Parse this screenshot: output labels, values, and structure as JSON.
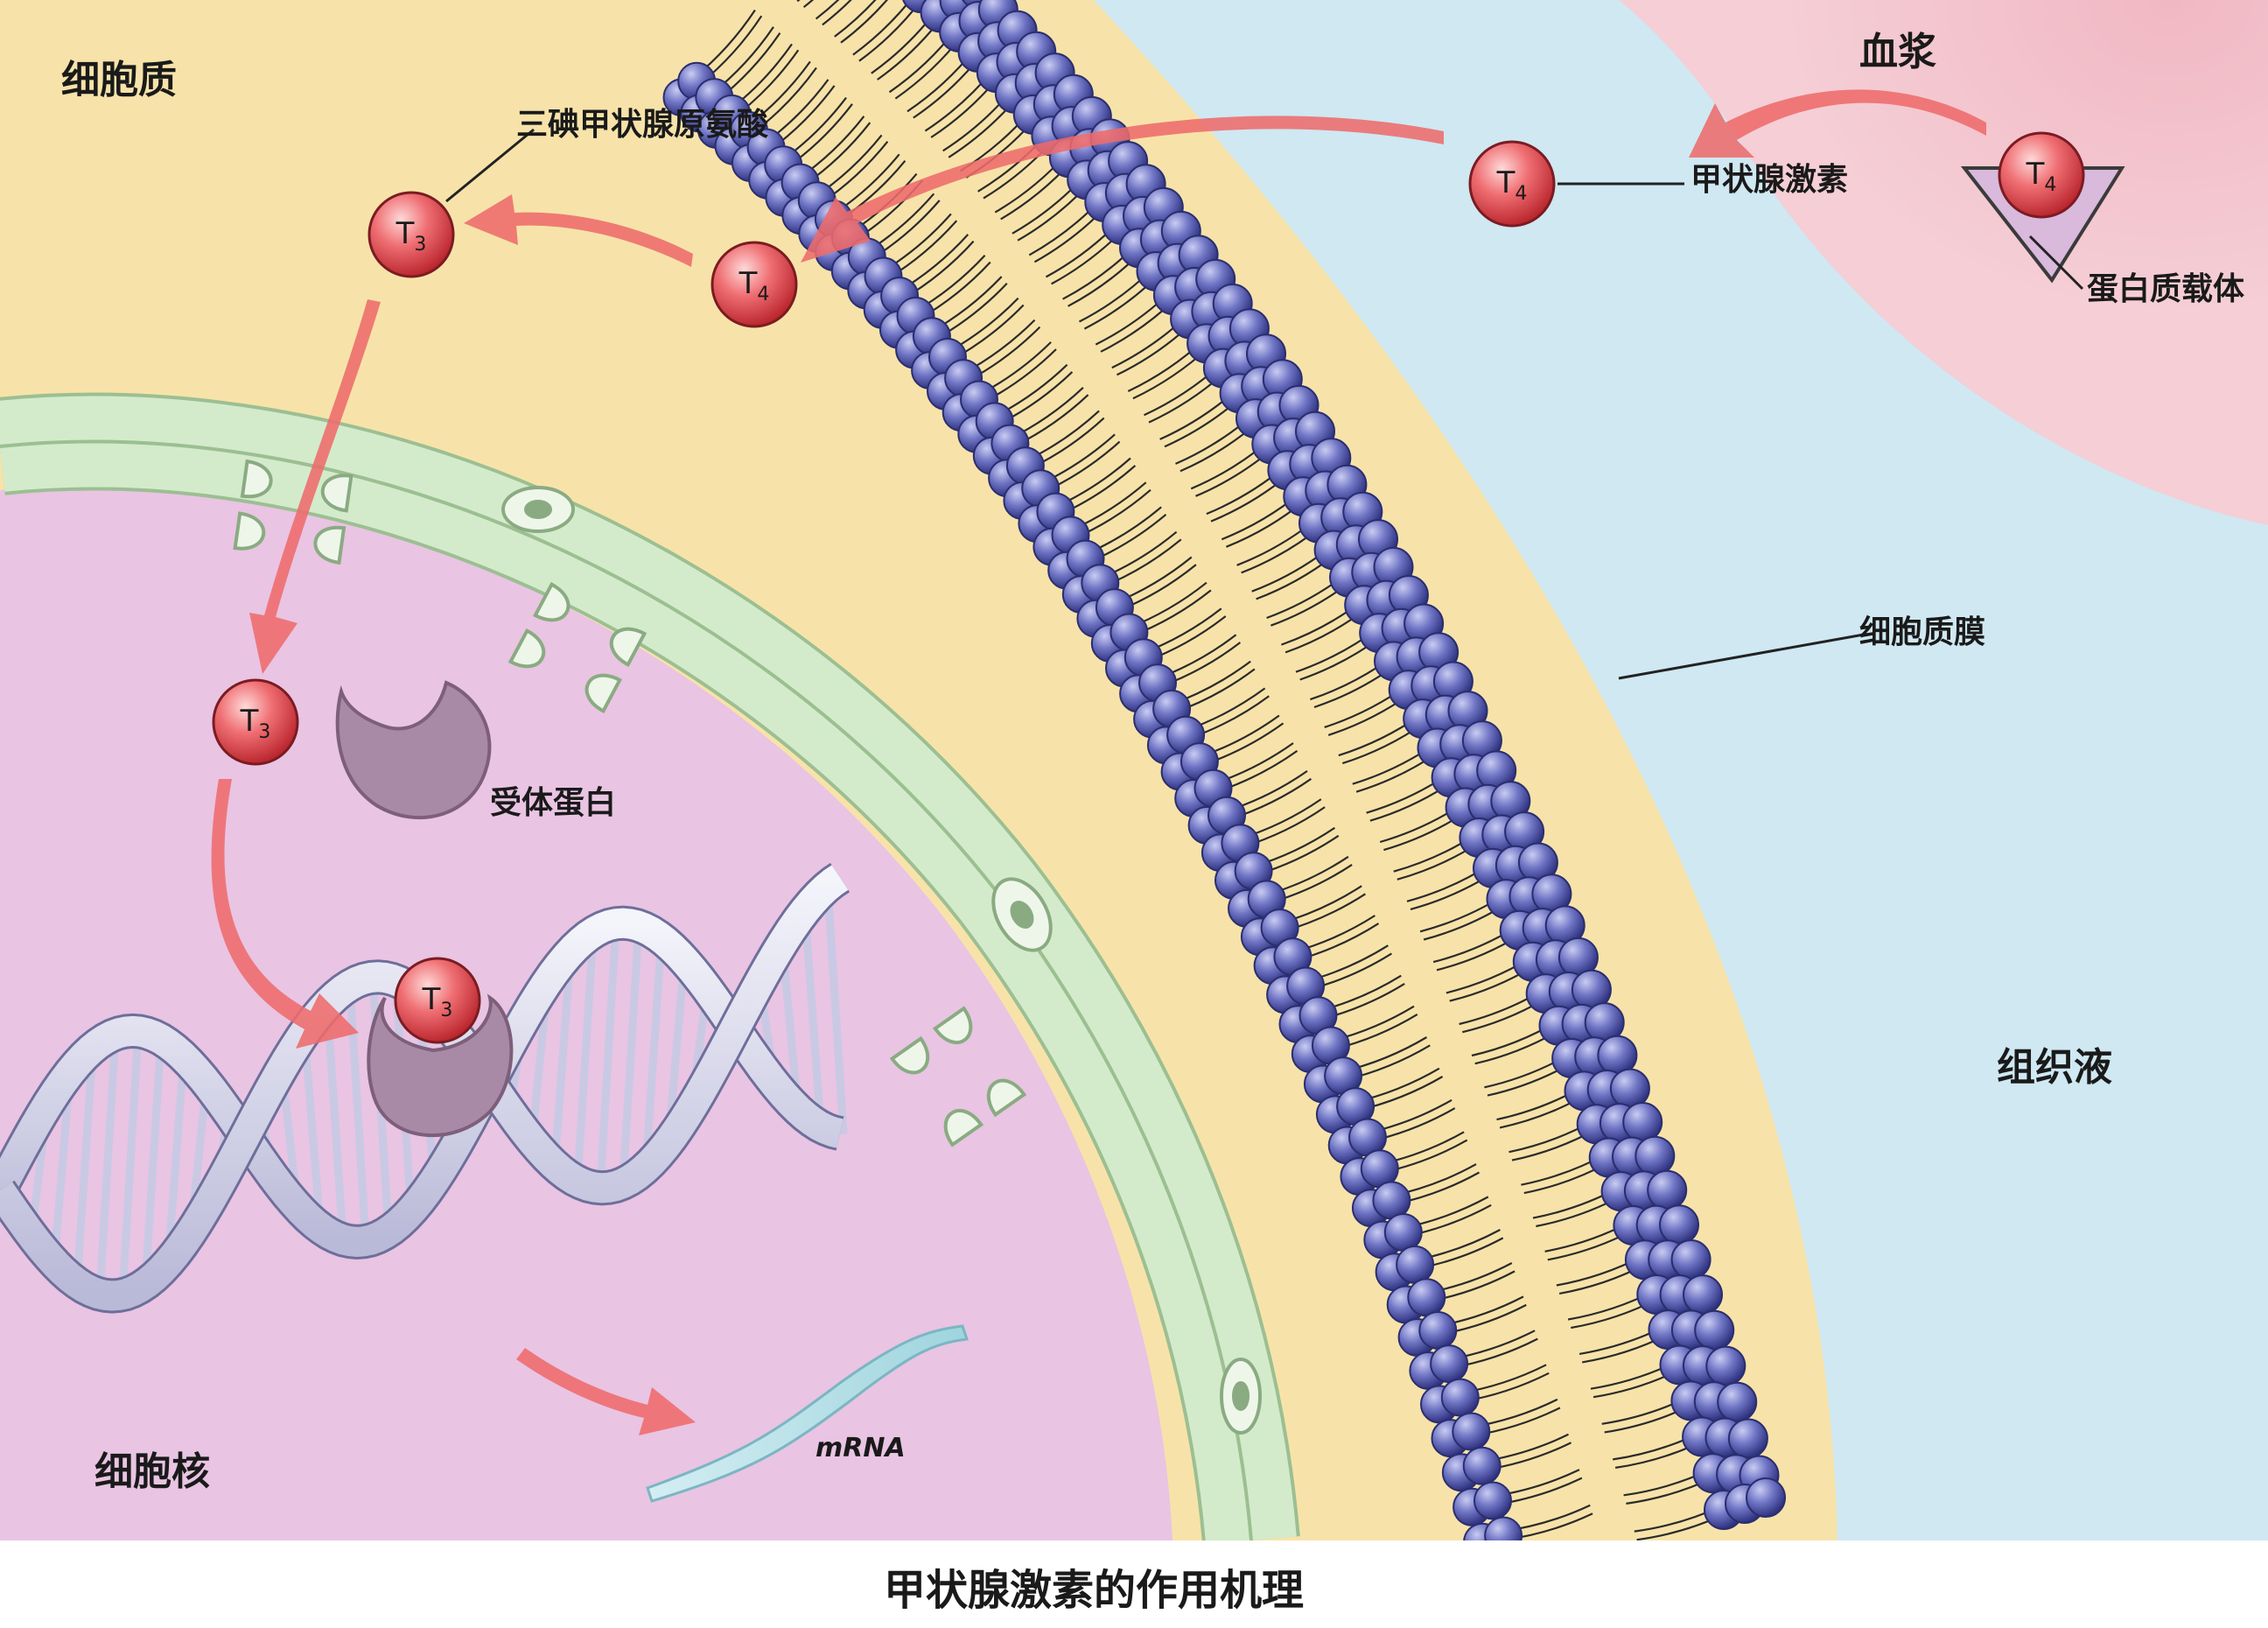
{
  "labels": {
    "cytoplasm": "细胞质",
    "triiodothyronine": "三碘甲状腺原氨酸",
    "plasma": "血浆",
    "thyroxine": "甲状腺激素",
    "carrier_protein": "蛋白质载体",
    "cell_membrane": "细胞质膜",
    "receptor_protein": "受体蛋白",
    "tissue_fluid": "组织液",
    "nucleus": "细胞核",
    "mrna": "mRNA"
  },
  "molecules": {
    "t3": "T",
    "t3_sub": "3",
    "t4": "T",
    "t4_sub": "4"
  },
  "caption": "甲状腺激素的作用机理",
  "colors": {
    "cytoplasm": "#f7e3a9",
    "nucleus": "#e9c4e3",
    "tissue_fluid": "#cfe8f2",
    "plasma": "#f3c7cf",
    "nuclear_envelope": "#cfe6c6",
    "phospholipid_head": "#6468b8",
    "molecule": "#e5484f",
    "arrow": "#ee6b6b",
    "receptor": "#a98aa6",
    "dna": "#d9d9ef"
  }
}
